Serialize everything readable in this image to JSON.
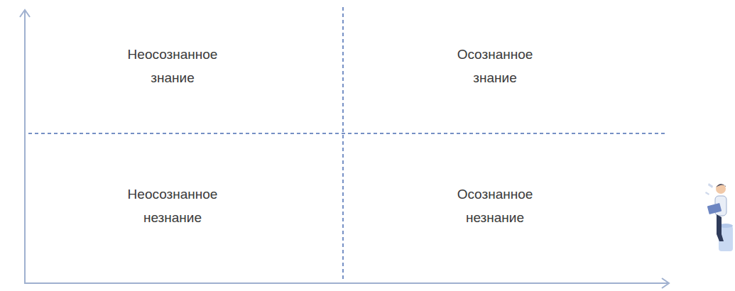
{
  "diagram": {
    "labels": [
      "Неосознанное знание",
      "Осознанное знание",
      "Неосознанное незнание",
      "Осознанное незнание"
    ]
  }
}
